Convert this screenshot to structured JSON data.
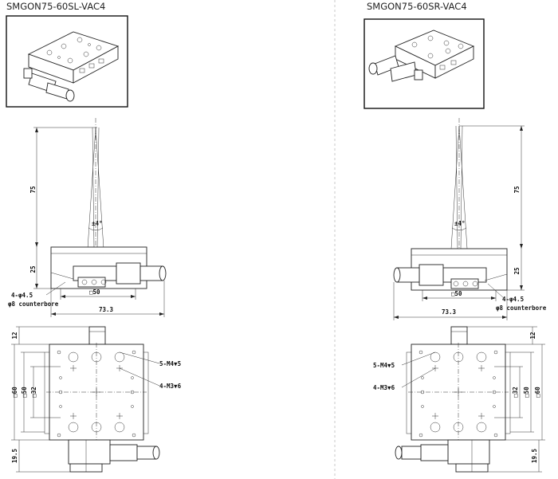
{
  "left": {
    "model": "SMGON75-60SL-VAC4",
    "dims": {
      "height_top": "75",
      "angle": "±4°",
      "height_body": "25",
      "hole_callout": "4-φ4.5",
      "counterbore": "φ8 counterbore",
      "square_50": "□50",
      "width": "73.3",
      "knob_offset": "12",
      "square_60": "□60",
      "square_50_b": "□50",
      "square_32": "□32",
      "tap_m4": "5-M4▼5",
      "tap_m3": "4-M3▼6",
      "micrometer_length": "19.5"
    }
  },
  "right": {
    "model": "SMGON75-60SR-VAC4",
    "dims": {
      "height_top": "75",
      "angle": "±4°",
      "height_body": "25",
      "hole_callout": "4-φ4.5",
      "counterbore": "φ8 counterbore",
      "square_50": "□50",
      "width": "73.3",
      "knob_offset": "12",
      "square_60": "□60",
      "square_50_b": "□50",
      "square_32": "□32",
      "tap_m4": "5-M4▼5",
      "tap_m3": "4-M3▼6",
      "micrometer_length": "19.5"
    }
  }
}
